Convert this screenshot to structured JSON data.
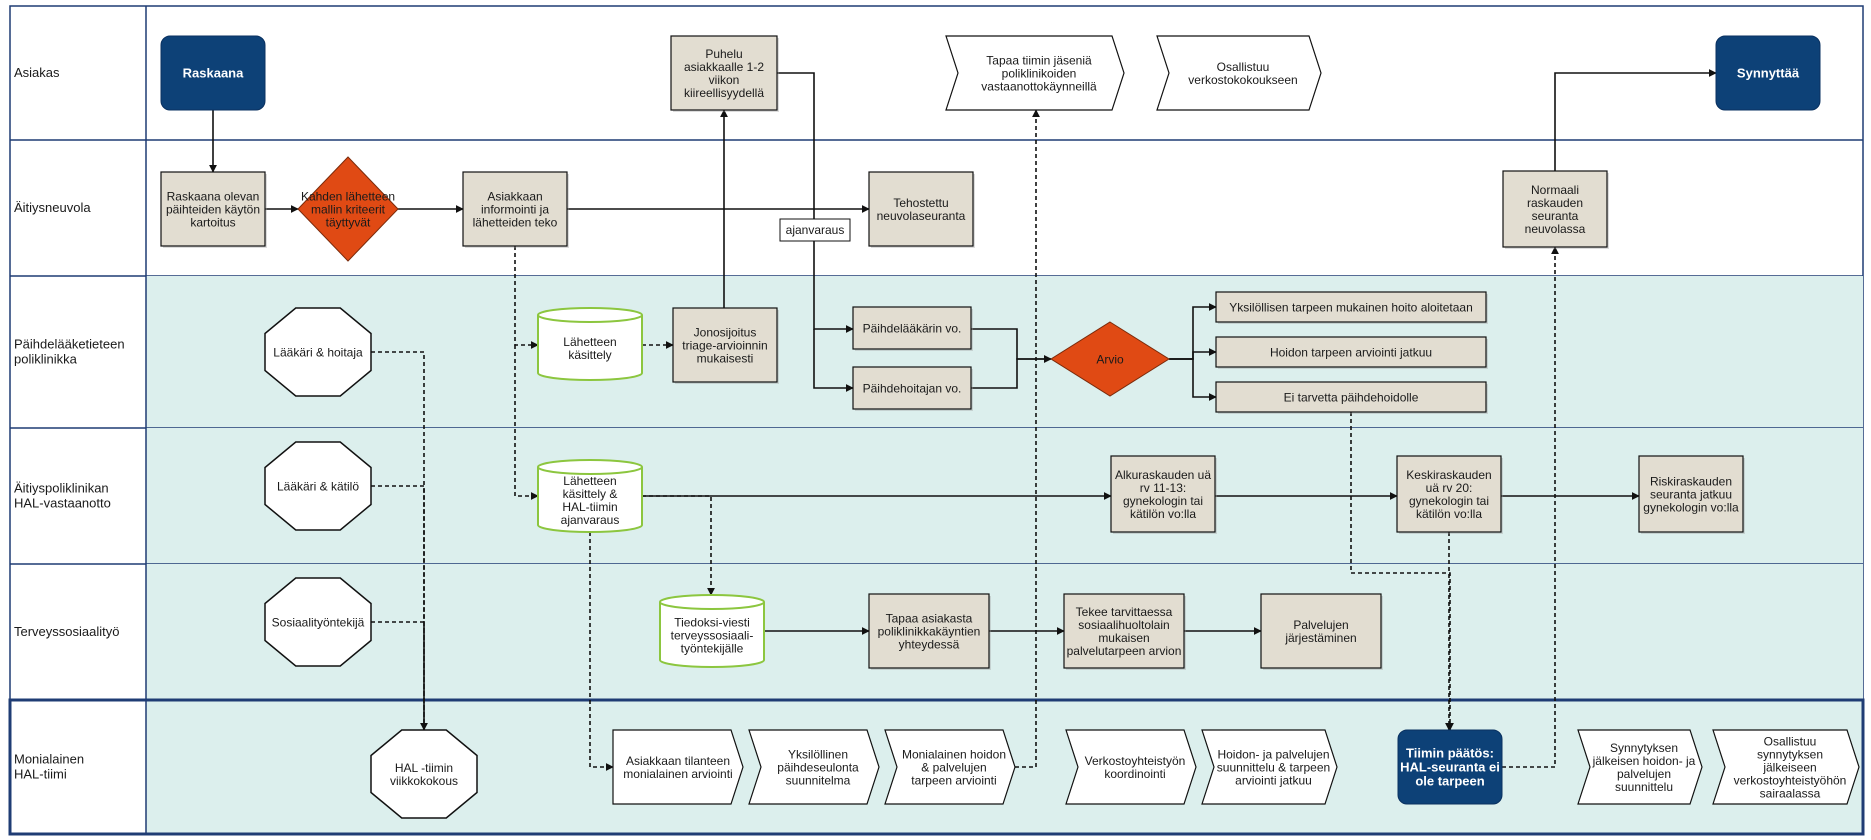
{
  "colors": {
    "lane_border": "#1f3c74",
    "lane_tint": "#dcefed",
    "process_fill": "#e2ddd1",
    "dark_navy": "#0d4177",
    "decision_red": "#e04a14",
    "db_green": "#8cc63f",
    "edge": "#111111"
  },
  "lanes": [
    {
      "id": "asiakas",
      "lines": [
        "Asiakas"
      ]
    },
    {
      "id": "aitiysneuvola",
      "lines": [
        "Äitiysneuvola"
      ]
    },
    {
      "id": "paihde",
      "lines": [
        "Päihdelääketieteen",
        "poliklinikka"
      ]
    },
    {
      "id": "aitiyspkl",
      "lines": [
        "Äitiyspoliklinikan",
        "HAL-vastaanotto"
      ]
    },
    {
      "id": "terveys",
      "lines": [
        "Terveyssosiaalityö"
      ]
    },
    {
      "id": "hal",
      "lines": [
        "Monialainen",
        "HAL-tiimi"
      ]
    }
  ],
  "nodes": [
    {
      "id": "raskaana",
      "shape": "navy",
      "lines": [
        "Raskaana"
      ]
    },
    {
      "id": "puhelu",
      "shape": "process",
      "lines": [
        "Puhelu",
        "asiakkaalle 1-2",
        "viikon",
        "kiireellisyydellä"
      ]
    },
    {
      "id": "tapaa-tiimin",
      "shape": "chevron",
      "lines": [
        "Tapaa tiimin jäseniä",
        "poliklinikoiden",
        "vastaanottokäynneillä"
      ]
    },
    {
      "id": "osallistuu-verkosto",
      "shape": "chevron",
      "lines": [
        "Osallistuu",
        "verkostokokoukseen"
      ]
    },
    {
      "id": "synnyttaa",
      "shape": "navy",
      "lines": [
        "Synnyttää"
      ]
    },
    {
      "id": "kartoitus",
      "shape": "process",
      "lines": [
        "Raskaana olevan",
        "päihteiden käytön",
        "kartoitus"
      ]
    },
    {
      "id": "kriteerit",
      "shape": "decision",
      "lines": [
        "Kahden lähetteen",
        "mallin kriteerit",
        "täyttyvät"
      ]
    },
    {
      "id": "informointi",
      "shape": "process",
      "lines": [
        "Asiakkaan",
        "informointi ja",
        "lähetteiden teko"
      ]
    },
    {
      "id": "tehostettu",
      "shape": "process",
      "lines": [
        "Tehostettu",
        "neuvolaseuranta"
      ]
    },
    {
      "id": "normaali",
      "shape": "process",
      "lines": [
        "Normaali",
        "raskauden",
        "seuranta",
        "neuvolassa"
      ]
    },
    {
      "id": "laakari-hoitaja",
      "shape": "octagon",
      "lines": [
        "Lääkäri & hoitaja"
      ]
    },
    {
      "id": "lahetteen-kasittely",
      "shape": "db",
      "lines": [
        "Lähetteen",
        "käsittely"
      ]
    },
    {
      "id": "jonosijoitus",
      "shape": "process",
      "lines": [
        "Jonosijoitus",
        "triage-arvioinnin",
        "mukaisesti"
      ]
    },
    {
      "id": "paihdelaakari",
      "shape": "process",
      "lines": [
        "Päihdelääkärin vo."
      ]
    },
    {
      "id": "paihdehoitaja",
      "shape": "process",
      "lines": [
        "Päihdehoitajan vo."
      ]
    },
    {
      "id": "arvio",
      "shape": "decision",
      "lines": [
        "Arvio"
      ]
    },
    {
      "id": "yksilollisen",
      "shape": "process",
      "lines": [
        "Yksilöllisen tarpeen mukainen hoito aloitetaan"
      ]
    },
    {
      "id": "hoidon-tarpeen",
      "shape": "process",
      "lines": [
        "Hoidon tarpeen arviointi jatkuu"
      ]
    },
    {
      "id": "ei-tarvetta",
      "shape": "process",
      "lines": [
        "Ei tarvetta päihdehoidolle"
      ]
    },
    {
      "id": "laakari-katilo",
      "shape": "octagon",
      "lines": [
        "Lääkäri & kätilö"
      ]
    },
    {
      "id": "lahetteen-hal",
      "shape": "db",
      "lines": [
        "Lähetteen",
        "käsittely &",
        "HAL-tiimin",
        "ajanvaraus"
      ]
    },
    {
      "id": "alkuraskauden",
      "shape": "process",
      "lines": [
        "Alkuraskauden uä",
        "rv 11-13:",
        "gynekologin tai",
        "kätilön vo:lla"
      ]
    },
    {
      "id": "keskiraskauden",
      "shape": "process",
      "lines": [
        "Keskiraskauden",
        "uä rv 20:",
        "gynekologin tai",
        "kätilön vo:lla"
      ]
    },
    {
      "id": "riskiraskauden",
      "shape": "process",
      "lines": [
        "Riskiraskauden",
        "seuranta jatkuu",
        "gynekologin  vo:lla"
      ]
    },
    {
      "id": "sosiaalityontekija",
      "shape": "octagon",
      "lines": [
        "Sosiaalityöntekijä"
      ]
    },
    {
      "id": "tiedoksi",
      "shape": "db",
      "lines": [
        "Tiedoksi-viesti",
        "terveyssosiaali-",
        "työntekijälle"
      ]
    },
    {
      "id": "tapaa-asiakasta",
      "shape": "process",
      "lines": [
        "Tapaa asiakasta",
        "poliklinikkakäyntien",
        "yhteydessä"
      ]
    },
    {
      "id": "tekee",
      "shape": "process",
      "lines": [
        "Tekee tarvittaessa",
        "sosiaalihuoltolain",
        "mukaisen",
        "palvelutarpeen arvion"
      ]
    },
    {
      "id": "palvelujen-jarjestaminen",
      "shape": "process",
      "lines": [
        "Palvelujen",
        "järjestäminen"
      ]
    },
    {
      "id": "hal-viikkokokous",
      "shape": "octagon",
      "lines": [
        "HAL -tiimin",
        "viikkokokous"
      ]
    },
    {
      "id": "asiakkaan-tilanteen",
      "shape": "chevron-flat",
      "lines": [
        "Asiakkaan tilanteen",
        "monialainen arviointi"
      ]
    },
    {
      "id": "yksilollinen-paihde",
      "shape": "chevron",
      "lines": [
        "Yksilöllinen",
        "päihdeseulonta",
        "suunnitelma"
      ]
    },
    {
      "id": "monialainen-hoidon",
      "shape": "chevron",
      "lines": [
        "Monialainen hoidon",
        "& palvelujen",
        "tarpeen arviointi"
      ]
    },
    {
      "id": "verkostoyhteistyon",
      "shape": "chevron",
      "lines": [
        "Verkostoyhteistyön",
        "koordinointi"
      ]
    },
    {
      "id": "hoidon-palvelujen",
      "shape": "chevron",
      "lines": [
        "Hoidon- ja palvelujen",
        "suunnittelu & tarpeen",
        "arviointi jatkuu"
      ]
    },
    {
      "id": "tiimin-paatos",
      "shape": "navy",
      "lines": [
        "Tiimin päätös:",
        "HAL-seuranta ei",
        "ole tarpeen"
      ]
    },
    {
      "id": "synnytyksen-jalkeisen",
      "shape": "chevron",
      "lines": [
        "Synnytyksen",
        "jälkeisen hoidon- ja",
        "palvelujen",
        "suunnittelu"
      ]
    },
    {
      "id": "osallistuu-synnytyksen",
      "shape": "chevron",
      "lines": [
        "Osallistuu",
        "synnytyksen",
        "jälkeiseen",
        "verkostoyhteistyöhön",
        "sairaalassa"
      ]
    }
  ],
  "edge_labels": [
    {
      "id": "ajanvaraus",
      "text": "ajanvaraus"
    }
  ]
}
